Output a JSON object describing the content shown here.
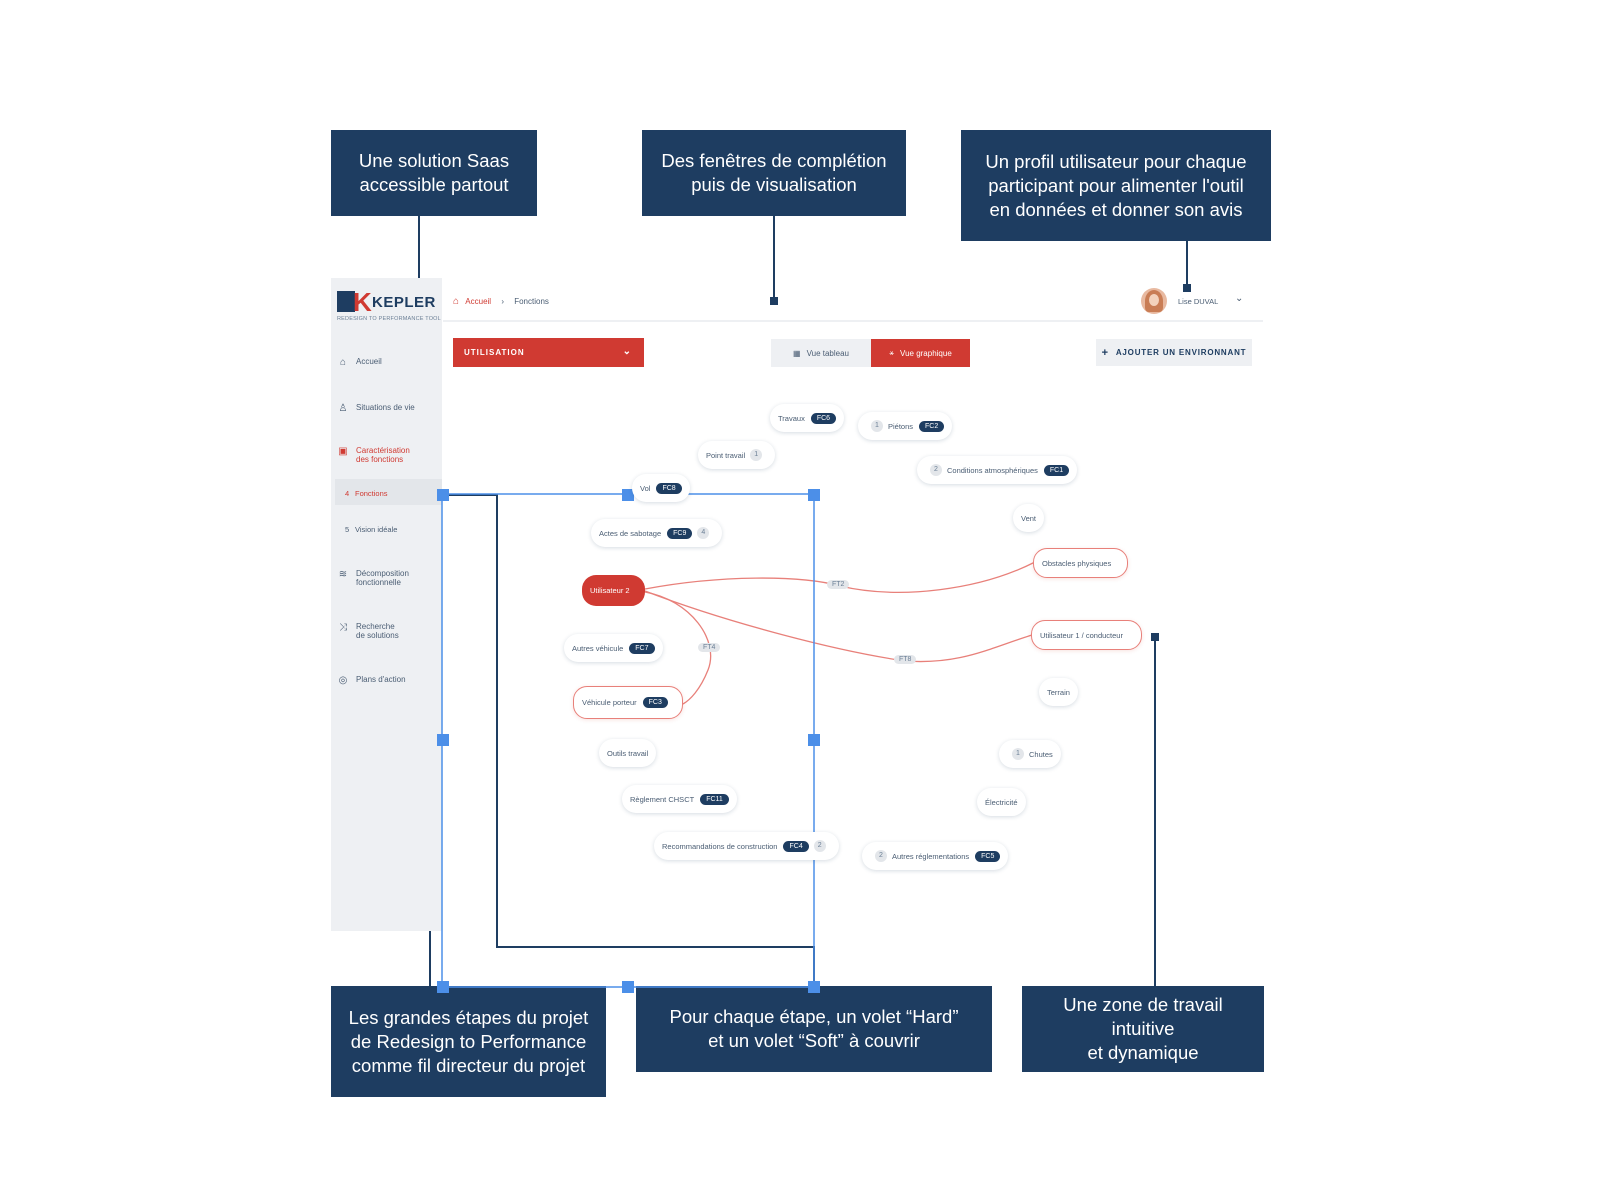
{
  "callouts": {
    "saas": "Une solution Saas\naccessible partout",
    "windows": "Des fenêtres de complétion\npuis de visualisation",
    "profile": "Un profil utilisateur pour chaque\nparticipant pour alimenter l'outil\nen données et donner son avis",
    "steps": "Les grandes étapes du projet\nde Redesign to Performance\ncomme fil directeur du projet",
    "hardsoft": "Pour chaque étape, un volet “Hard”\net un volet “Soft” à couvrir",
    "workzone": "Une zone de travail intuitive\net dynamique"
  },
  "app": {
    "logo": "KEPLER",
    "tagline": "REDESIGN TO PERFORMANCE TOOL",
    "breadcrumb": {
      "home": "Accueil",
      "current": "Fonctions"
    },
    "user": {
      "name": "Lise DUVAL"
    },
    "select_label": "UTILISATION",
    "views": {
      "table": "Vue tableau",
      "graph": "Vue graphique"
    },
    "add_env": "AJOUTER UN ENVIRONNANT",
    "accent": "#d03a32",
    "navy": "#1e3d61"
  },
  "nav": {
    "accueil": "Accueil",
    "situations": "Situations de vie",
    "caracterisation": "Caractérisation\ndes fonctions",
    "fonctions_n": "4",
    "fonctions": "Fonctions",
    "vision_n": "5",
    "vision": "Vision idéale",
    "decomposition": "Décomposition\nfonctionnelle",
    "recherche": "Recherche\nde solutions",
    "plans": "Plans d'action"
  },
  "nodes": {
    "travaux": {
      "label": "Travaux",
      "tag": "FC6"
    },
    "pietons": {
      "num": "1",
      "label": "Piétons",
      "tag": "FC2"
    },
    "point_travail": {
      "label": "Point travail",
      "num": "1"
    },
    "conditions": {
      "num": "2",
      "label": "Conditions atmosphériques",
      "tag": "FC1"
    },
    "vol": {
      "label": "Vol",
      "tag": "FC8"
    },
    "vent": {
      "label": "Vent"
    },
    "sabotage": {
      "label": "Actes de sabotage",
      "tag": "FC9",
      "num": "4"
    },
    "obstacles": {
      "label": "Obstacles physiques"
    },
    "utilisateur2": {
      "label": "Utilisateur 2"
    },
    "utilisateur1": {
      "label": "Utilisateur 1 / conducteur"
    },
    "autres_vehicule": {
      "label": "Autres véhicule",
      "tag": "FC7"
    },
    "terrain": {
      "label": "Terrain"
    },
    "vehicule_porteur": {
      "label": "Véhicule porteur",
      "tag": "FC3"
    },
    "outils": {
      "label": "Outils travail"
    },
    "chutes": {
      "num": "1",
      "label": "Chutes"
    },
    "reglement": {
      "label": "Règlement CHSCT",
      "tag": "FC11"
    },
    "electricite": {
      "label": "Électricité"
    },
    "recommandations": {
      "label": "Recommandations de construction",
      "tag": "FC4",
      "num": "2"
    },
    "autres_reg": {
      "num": "2",
      "label": "Autres réglementations",
      "tag": "FC5"
    }
  },
  "edges": {
    "ft2": "FT2",
    "ft4": "FT4",
    "ft8": "FT8"
  }
}
